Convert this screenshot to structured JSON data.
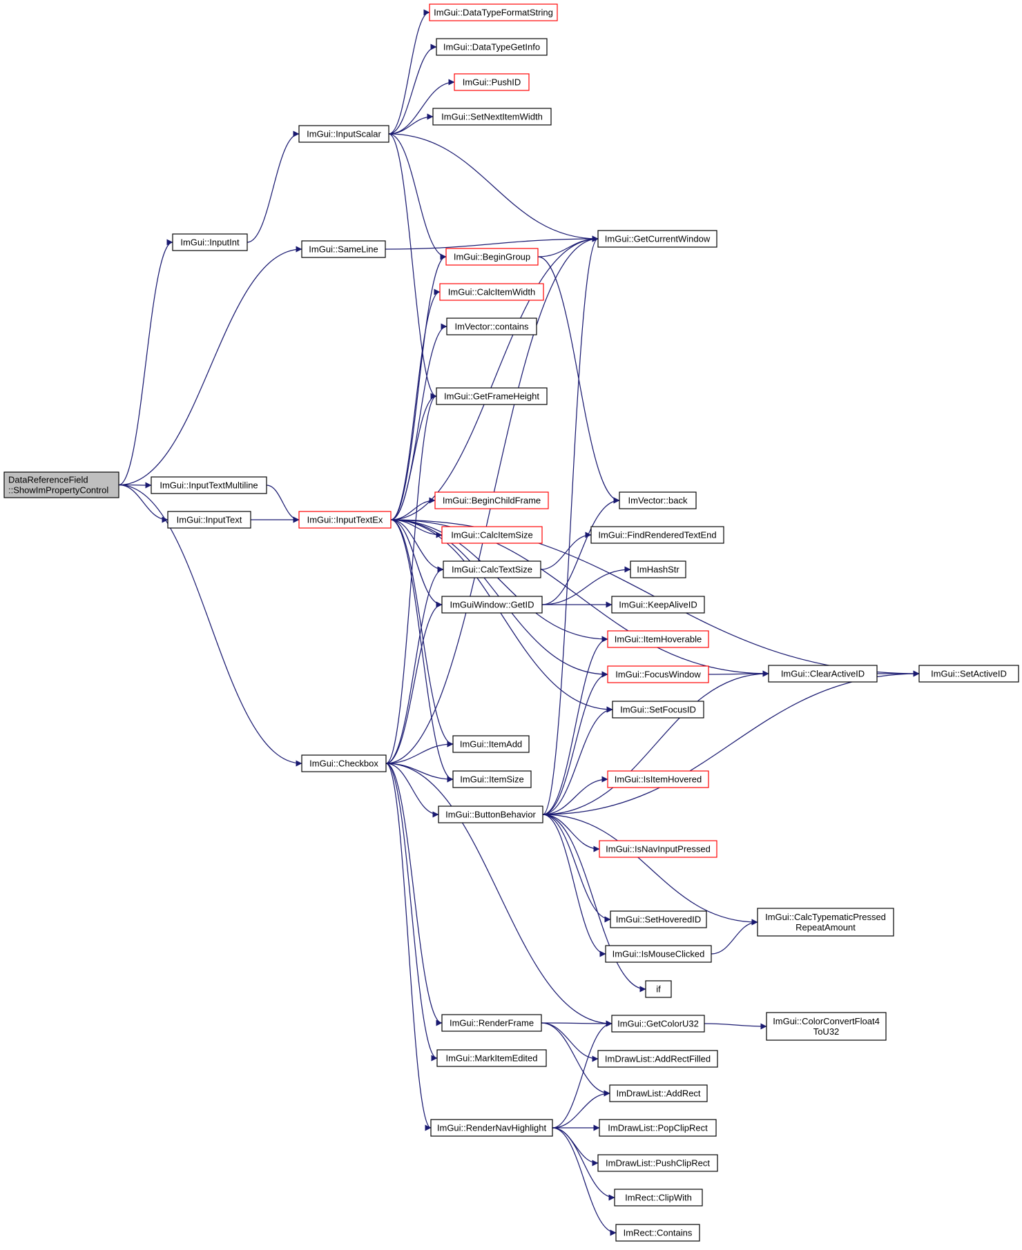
{
  "diagram": {
    "type": "call-graph",
    "colors": {
      "edge": "#191970",
      "node_border": "#000000",
      "truncated_node_border": "#ff0000",
      "root_fill": "#bfbfbf"
    },
    "nodes": {
      "root": {
        "lines": [
          "DataReferenceField",
          "::ShowImPropertyControl"
        ]
      },
      "inputint": {
        "lines": [
          "ImGui::InputInt"
        ]
      },
      "sameline": {
        "lines": [
          "ImGui::SameLine"
        ]
      },
      "inputtextmultiline": {
        "lines": [
          "ImGui::InputTextMultiline"
        ]
      },
      "inputtext": {
        "lines": [
          "ImGui::InputText"
        ]
      },
      "checkbox": {
        "lines": [
          "ImGui::Checkbox"
        ]
      },
      "inputscalar": {
        "lines": [
          "ImGui::InputScalar"
        ]
      },
      "inputtextex": {
        "lines": [
          "ImGui::InputTextEx"
        ],
        "truncated": true
      },
      "datatypeformatstring": {
        "lines": [
          "ImGui::DataTypeFormatString"
        ],
        "truncated": true
      },
      "datatypegetinfo": {
        "lines": [
          "ImGui::DataTypeGetInfo"
        ]
      },
      "pushid": {
        "lines": [
          "ImGui::PushID"
        ],
        "truncated": true
      },
      "setnextitemwidth": {
        "lines": [
          "ImGui::SetNextItemWidth"
        ]
      },
      "begingroup": {
        "lines": [
          "ImGui::BeginGroup"
        ],
        "truncated": true
      },
      "calcitemwidth": {
        "lines": [
          "ImGui::CalcItemWidth"
        ],
        "truncated": true
      },
      "imvectorcontains": {
        "lines": [
          "ImVector::contains"
        ]
      },
      "getframeheight": {
        "lines": [
          "ImGui::GetFrameHeight"
        ]
      },
      "beginchildframe": {
        "lines": [
          "ImGui::BeginChildFrame"
        ],
        "truncated": true
      },
      "calcitemsize": {
        "lines": [
          "ImGui::CalcItemSize"
        ],
        "truncated": true
      },
      "calctextsize": {
        "lines": [
          "ImGui::CalcTextSize"
        ]
      },
      "windowgetid": {
        "lines": [
          "ImGuiWindow::GetID"
        ]
      },
      "itemadd": {
        "lines": [
          "ImGui::ItemAdd"
        ]
      },
      "itemsize": {
        "lines": [
          "ImGui::ItemSize"
        ]
      },
      "buttonbehavior": {
        "lines": [
          "ImGui::ButtonBehavior"
        ]
      },
      "renderframe": {
        "lines": [
          "ImGui::RenderFrame"
        ]
      },
      "markitemedited": {
        "lines": [
          "ImGui::MarkItemEdited"
        ]
      },
      "rendernavhighlight": {
        "lines": [
          "ImGui::RenderNavHighlight"
        ]
      },
      "getcurrentwindow": {
        "lines": [
          "ImGui::GetCurrentWindow"
        ]
      },
      "imvectorback": {
        "lines": [
          "ImVector::back"
        ]
      },
      "findrenderedtextend": {
        "lines": [
          "ImGui::FindRenderedTextEnd"
        ]
      },
      "imhashstr": {
        "lines": [
          "ImHashStr"
        ]
      },
      "keepaliveid": {
        "lines": [
          "ImGui::KeepAliveID"
        ]
      },
      "itemhoverable": {
        "lines": [
          "ImGui::ItemHoverable"
        ],
        "truncated": true
      },
      "focuswindow": {
        "lines": [
          "ImGui::FocusWindow"
        ],
        "truncated": true
      },
      "setfocusid": {
        "lines": [
          "ImGui::SetFocusID"
        ]
      },
      "isitemhovered": {
        "lines": [
          "ImGui::IsItemHovered"
        ],
        "truncated": true
      },
      "isnavinputpressed": {
        "lines": [
          "ImGui::IsNavInputPressed"
        ],
        "truncated": true
      },
      "sethoveredid": {
        "lines": [
          "ImGui::SetHoveredID"
        ]
      },
      "ismouseclicked": {
        "lines": [
          "ImGui::IsMouseClicked"
        ]
      },
      "if": {
        "lines": [
          "if"
        ]
      },
      "getcoloru32": {
        "lines": [
          "ImGui::GetColorU32"
        ]
      },
      "addrectfilled": {
        "lines": [
          "ImDrawList::AddRectFilled"
        ]
      },
      "addrect": {
        "lines": [
          "ImDrawList::AddRect"
        ]
      },
      "popcliprect": {
        "lines": [
          "ImDrawList::PopClipRect"
        ]
      },
      "pushcliprect": {
        "lines": [
          "ImDrawList::PushClipRect"
        ]
      },
      "clipwith": {
        "lines": [
          "ImRect::ClipWith"
        ]
      },
      "contains": {
        "lines": [
          "ImRect::Contains"
        ]
      },
      "clearactiveid": {
        "lines": [
          "ImGui::ClearActiveID"
        ]
      },
      "setactiveid": {
        "lines": [
          "ImGui::SetActiveID"
        ]
      },
      "calctypematic": {
        "lines": [
          "ImGui::CalcTypematicPressed",
          "RepeatAmount"
        ]
      },
      "colorconvert": {
        "lines": [
          "ImGui::ColorConvertFloat4",
          "ToU32"
        ]
      }
    },
    "edges": [
      [
        "root",
        "inputint"
      ],
      [
        "root",
        "sameline"
      ],
      [
        "root",
        "inputtextmultiline"
      ],
      [
        "root",
        "inputtext"
      ],
      [
        "root",
        "checkbox"
      ],
      [
        "inputint",
        "inputscalar"
      ],
      [
        "inputscalar",
        "datatypeformatstring"
      ],
      [
        "inputscalar",
        "datatypegetinfo"
      ],
      [
        "inputscalar",
        "pushid"
      ],
      [
        "inputscalar",
        "setnextitemwidth"
      ],
      [
        "inputscalar",
        "getcurrentwindow"
      ],
      [
        "inputscalar",
        "begingroup"
      ],
      [
        "inputscalar",
        "getframeheight"
      ],
      [
        "sameline",
        "getcurrentwindow"
      ],
      [
        "inputtextmultiline",
        "inputtextex"
      ],
      [
        "inputtext",
        "inputtextex"
      ],
      [
        "inputtextex",
        "begingroup"
      ],
      [
        "inputtextex",
        "calcitemwidth"
      ],
      [
        "inputtextex",
        "imvectorcontains"
      ],
      [
        "inputtextex",
        "getframeheight"
      ],
      [
        "inputtextex",
        "getcurrentwindow"
      ],
      [
        "inputtextex",
        "beginchildframe"
      ],
      [
        "inputtextex",
        "calcitemsize"
      ],
      [
        "inputtextex",
        "calctextsize"
      ],
      [
        "inputtextex",
        "windowgetid"
      ],
      [
        "inputtextex",
        "itemhoverable"
      ],
      [
        "inputtextex",
        "focuswindow"
      ],
      [
        "inputtextex",
        "setfocusid"
      ],
      [
        "inputtextex",
        "itemadd"
      ],
      [
        "inputtextex",
        "itemsize"
      ],
      [
        "inputtextex",
        "clearactiveid"
      ],
      [
        "inputtextex",
        "setactiveid"
      ],
      [
        "checkbox",
        "getcurrentwindow"
      ],
      [
        "checkbox",
        "getframeheight"
      ],
      [
        "checkbox",
        "calctextsize"
      ],
      [
        "checkbox",
        "windowgetid"
      ],
      [
        "checkbox",
        "itemadd"
      ],
      [
        "checkbox",
        "itemsize"
      ],
      [
        "checkbox",
        "buttonbehavior"
      ],
      [
        "checkbox",
        "renderframe"
      ],
      [
        "checkbox",
        "markitemedited"
      ],
      [
        "checkbox",
        "rendernavhighlight"
      ],
      [
        "checkbox",
        "getcoloru32"
      ],
      [
        "begingroup",
        "getcurrentwindow"
      ],
      [
        "begingroup",
        "imvectorback"
      ],
      [
        "calctextsize",
        "findrenderedtextend"
      ],
      [
        "windowgetid",
        "imvectorback"
      ],
      [
        "windowgetid",
        "imhashstr"
      ],
      [
        "windowgetid",
        "keepaliveid"
      ],
      [
        "buttonbehavior",
        "getcurrentwindow"
      ],
      [
        "buttonbehavior",
        "itemhoverable"
      ],
      [
        "buttonbehavior",
        "focuswindow"
      ],
      [
        "buttonbehavior",
        "setfocusid"
      ],
      [
        "buttonbehavior",
        "clearactiveid"
      ],
      [
        "buttonbehavior",
        "isitemhovered"
      ],
      [
        "buttonbehavior",
        "setactiveid"
      ],
      [
        "buttonbehavior",
        "isnavinputpressed"
      ],
      [
        "buttonbehavior",
        "calctypematic"
      ],
      [
        "buttonbehavior",
        "sethoveredid"
      ],
      [
        "buttonbehavior",
        "ismouseclicked"
      ],
      [
        "buttonbehavior",
        "if"
      ],
      [
        "focuswindow",
        "clearactiveid"
      ],
      [
        "clearactiveid",
        "setactiveid"
      ],
      [
        "ismouseclicked",
        "calctypematic"
      ],
      [
        "renderframe",
        "getcoloru32"
      ],
      [
        "renderframe",
        "addrectfilled"
      ],
      [
        "renderframe",
        "addrect"
      ],
      [
        "getcoloru32",
        "colorconvert"
      ],
      [
        "rendernavhighlight",
        "getcoloru32"
      ],
      [
        "rendernavhighlight",
        "addrect"
      ],
      [
        "rendernavhighlight",
        "popcliprect"
      ],
      [
        "rendernavhighlight",
        "pushcliprect"
      ],
      [
        "rendernavhighlight",
        "clipwith"
      ],
      [
        "rendernavhighlight",
        "contains"
      ]
    ]
  }
}
